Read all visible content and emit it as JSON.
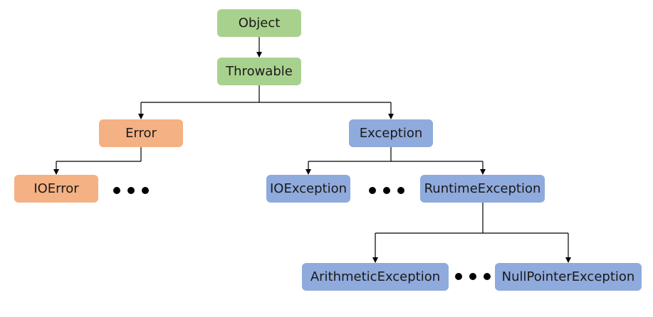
{
  "nodes": {
    "object": "Object",
    "throwable": "Throwable",
    "error": "Error",
    "exception": "Exception",
    "io_error": "IOError",
    "io_exception": "IOException",
    "runtime_exception": "RuntimeException",
    "arithmetic_exception": "ArithmeticException",
    "null_pointer_exception": "NullPointerException"
  },
  "colors": {
    "root_fill": "#a9d18e",
    "error_fill": "#f4b183",
    "exception_fill": "#8faadc",
    "connector": "#000000"
  }
}
